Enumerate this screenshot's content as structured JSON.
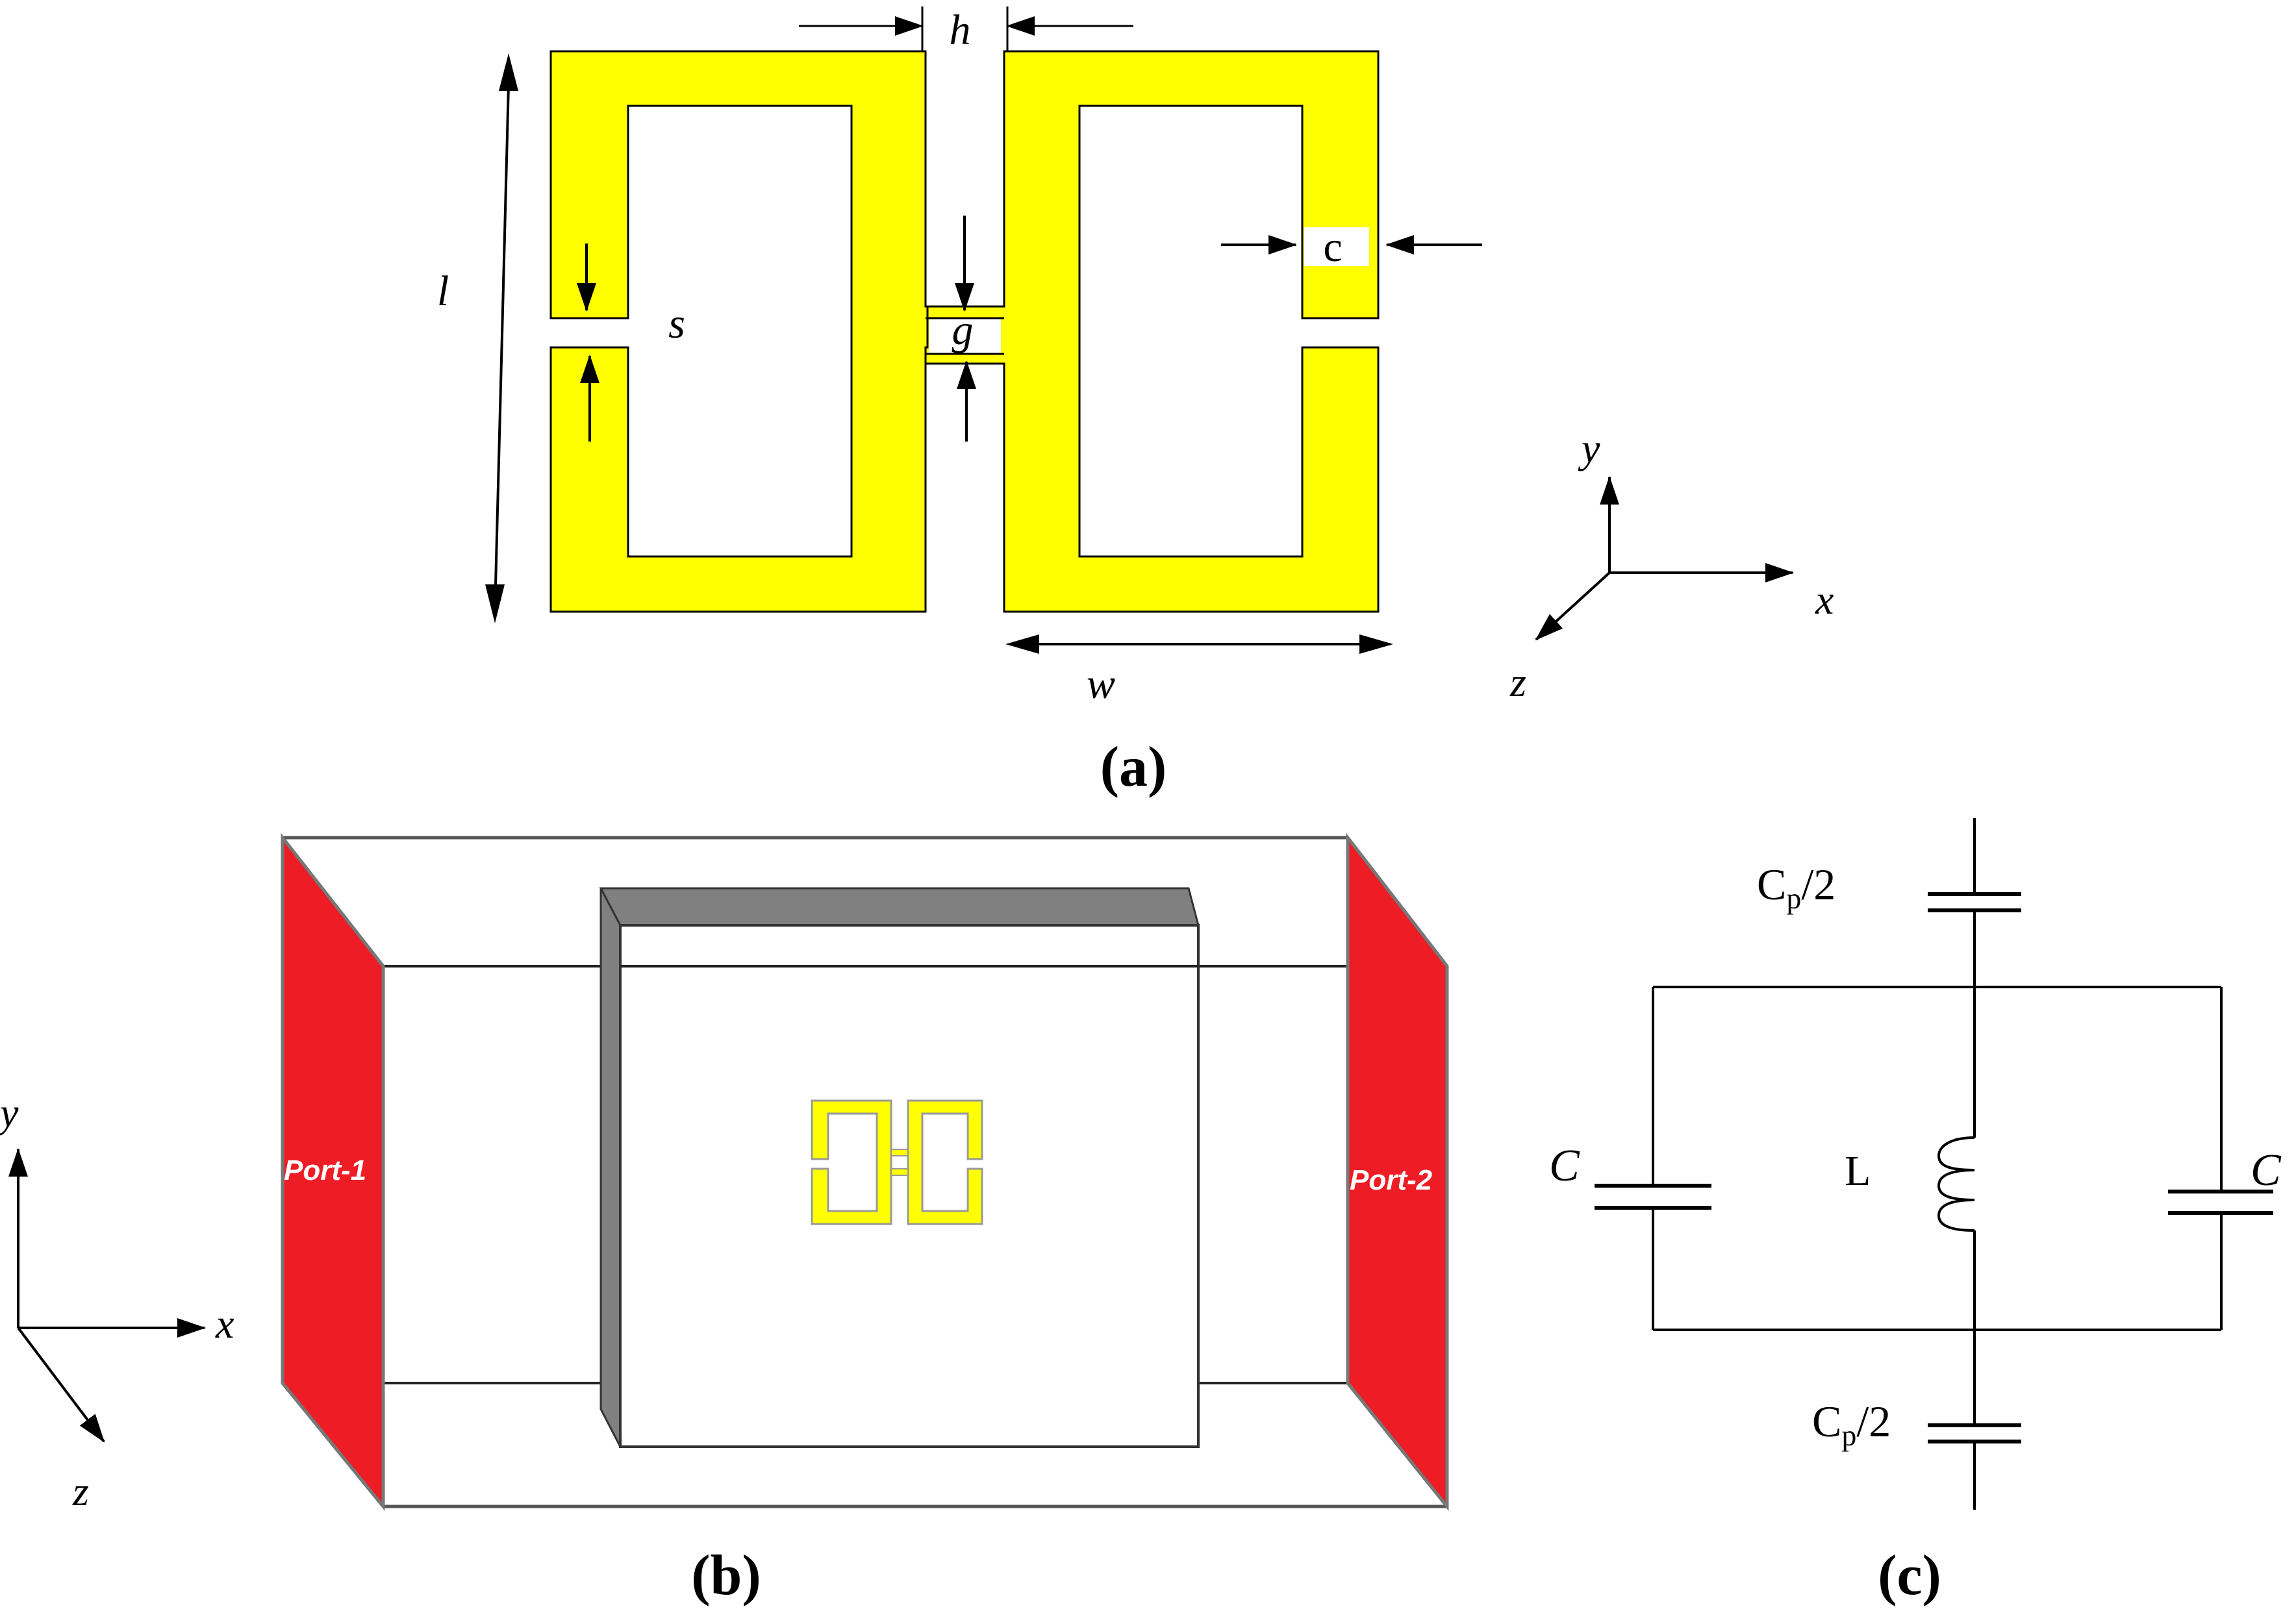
{
  "panel_a": {
    "dim_h": "h",
    "dim_l": "l",
    "dim_s": "s",
    "dim_g": "g",
    "dim_c": "c",
    "dim_w": "w",
    "axis_x": "x",
    "axis_y": "y",
    "axis_z": "z",
    "caption": "(a)"
  },
  "panel_b": {
    "port1": "Port-1",
    "port2": "Port-2",
    "axis_x": "x",
    "axis_y": "y",
    "axis_z": "z",
    "caption": "(b)"
  },
  "panel_c": {
    "cp_top": "C",
    "cp_top_sub": "p",
    "cp_top_tail": "/2",
    "cp_bottom": "C",
    "cp_bottom_sub": "p",
    "cp_bottom_tail": "/2",
    "c_left": "C",
    "c_right": "C",
    "l_label": "L",
    "caption": "(c)"
  },
  "colors": {
    "metal": "#ffff00",
    "port": "#ee1c24",
    "substrate_edge": "#808080",
    "line": "#000000"
  }
}
